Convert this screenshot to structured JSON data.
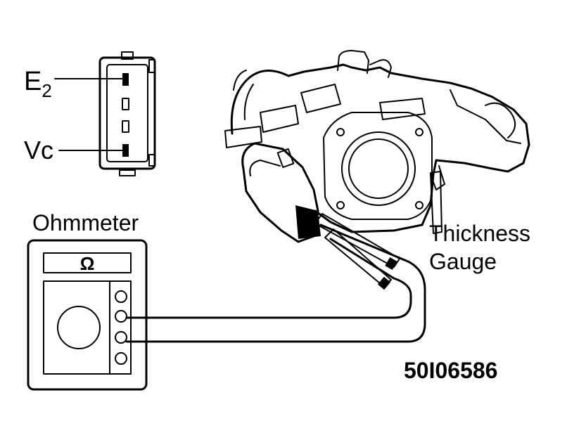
{
  "connector": {
    "pin_e2_label": "E",
    "pin_e2_subscript": "2",
    "pin_vc_label": "Vc"
  },
  "ohmmeter": {
    "title": "Ohmmeter",
    "symbol": "Ω"
  },
  "thickness_gauge": {
    "line1": "Thickness",
    "line2": "Gauge"
  },
  "figure_code": "50I06586"
}
